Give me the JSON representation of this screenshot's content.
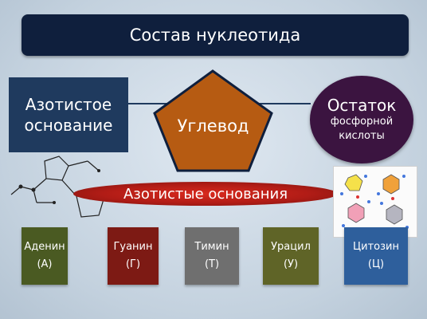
{
  "title": "Состав нуклеотида",
  "components": {
    "nitrogen_base": "Азотистое основание",
    "sugar": "Углевод",
    "phosphate_line1": "Остаток",
    "phosphate_line2": "фосфорной",
    "phosphate_line3": "кислоты"
  },
  "banner": "Азотистые основания",
  "bases": [
    {
      "name": "Аденин",
      "abbr": "(А)",
      "color": "#4a5a22"
    },
    {
      "name": "Гуанин",
      "abbr": "(Г)",
      "color": "#7d1a14"
    },
    {
      "name": "Тимин",
      "abbr": "(Т)",
      "color": "#6f6f6f"
    },
    {
      "name": "Урацил",
      "abbr": "(У)",
      "color": "#5f6427"
    },
    {
      "name": "Цитозин",
      "abbr": "(Ц)",
      "color": "#2e5f9c"
    }
  ],
  "colors": {
    "title_bg": "#0f1f3d",
    "base_box": "#1f3a5e",
    "sugar": "#b65b12",
    "phosphate": "#3b1440",
    "banner": "#c4231a"
  }
}
